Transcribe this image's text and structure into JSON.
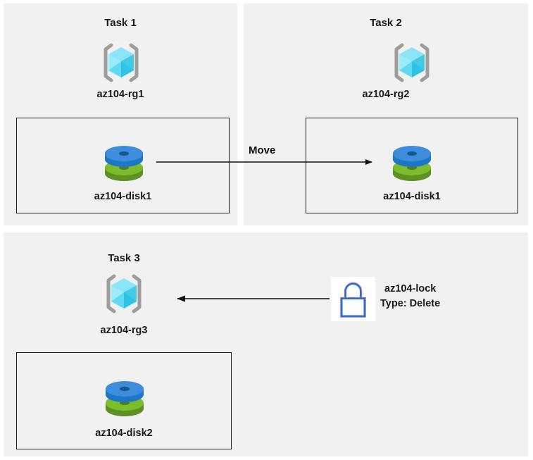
{
  "diagram": {
    "background": "#ffffff",
    "panel_background": "#f1f1f1",
    "line_color": "#111111",
    "accent_cube": "#5bd6f5",
    "accent_disk_blue": "#3d8ddc",
    "accent_disk_green": "#76b72a",
    "accent_lock": "#1775d1"
  },
  "panels": [
    {
      "id": "task1",
      "title": "Task 1",
      "resource_group": {
        "icon": "resource-group-icon",
        "label": "az104-rg1"
      },
      "resource": {
        "icon": "managed-disk-icon",
        "label": "az104-disk1"
      }
    },
    {
      "id": "task2",
      "title": "Task 2",
      "resource_group": {
        "icon": "resource-group-icon",
        "label": "az104-rg2"
      },
      "resource": {
        "icon": "managed-disk-icon",
        "label": "az104-disk1"
      }
    },
    {
      "id": "task3",
      "title": "Task 3",
      "resource_group": {
        "icon": "resource-group-icon",
        "label": "az104-rg3"
      },
      "resource": {
        "icon": "managed-disk-icon",
        "label": "az104-disk2"
      }
    }
  ],
  "connectors": [
    {
      "id": "move-connector",
      "label": "Move",
      "direction": "right",
      "from": "az104-disk1 in az104-rg1",
      "to": "az104-disk1 in az104-rg2"
    },
    {
      "id": "lock-connector",
      "label": "",
      "direction": "left",
      "from": "az104-lock",
      "to": "az104-rg3"
    }
  ],
  "lock": {
    "icon": "lock-icon",
    "name": "az104-lock",
    "type_line": "Type: Delete"
  }
}
